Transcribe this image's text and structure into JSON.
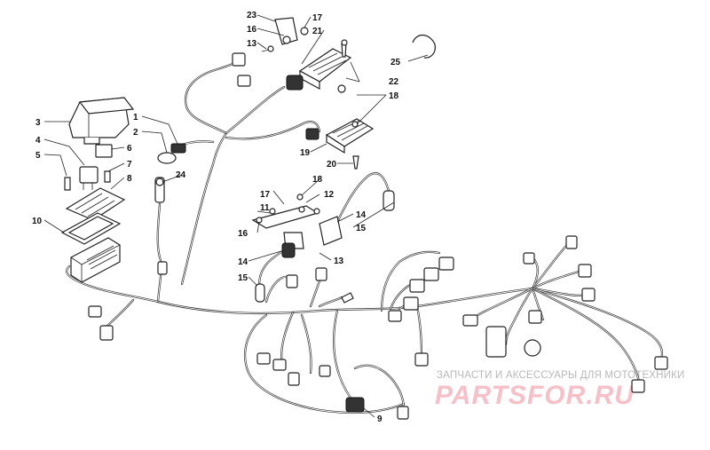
{
  "diagram": {
    "type": "exploded-parts-view",
    "subject": "wiring harness assembly",
    "callouts": [
      {
        "id": "c1",
        "label": "1"
      },
      {
        "id": "c2",
        "label": "2"
      },
      {
        "id": "c3",
        "label": "3"
      },
      {
        "id": "c4",
        "label": "4"
      },
      {
        "id": "c5",
        "label": "5"
      },
      {
        "id": "c6",
        "label": "6"
      },
      {
        "id": "c7",
        "label": "7"
      },
      {
        "id": "c8",
        "label": "8"
      },
      {
        "id": "c9",
        "label": "9"
      },
      {
        "id": "c10",
        "label": "10"
      },
      {
        "id": "c11",
        "label": "11"
      },
      {
        "id": "c12",
        "label": "12"
      },
      {
        "id": "c13a",
        "label": "13"
      },
      {
        "id": "c13b",
        "label": "13"
      },
      {
        "id": "c14a",
        "label": "14"
      },
      {
        "id": "c14b",
        "label": "14"
      },
      {
        "id": "c15a",
        "label": "15"
      },
      {
        "id": "c15b",
        "label": "15"
      },
      {
        "id": "c16a",
        "label": "16"
      },
      {
        "id": "c16b",
        "label": "16"
      },
      {
        "id": "c17a",
        "label": "17"
      },
      {
        "id": "c17b",
        "label": "17"
      },
      {
        "id": "c18a",
        "label": "18"
      },
      {
        "id": "c18b",
        "label": "18"
      },
      {
        "id": "c19",
        "label": "19"
      },
      {
        "id": "c20",
        "label": "20"
      },
      {
        "id": "c21",
        "label": "21"
      },
      {
        "id": "c22",
        "label": "22"
      },
      {
        "id": "c23",
        "label": "23"
      },
      {
        "id": "c24",
        "label": "24"
      },
      {
        "id": "c25",
        "label": "25"
      }
    ]
  },
  "watermark": {
    "top_text": "ЗАПЧАСТИ И АКСЕССУАРЫ ДЛЯ МОТОТЕХНИКИ",
    "brand_text": "PARTSFOR.RU",
    "brand_color": "#f5c0c8"
  },
  "colors": {
    "line": "#222222",
    "background": "#ffffff"
  }
}
